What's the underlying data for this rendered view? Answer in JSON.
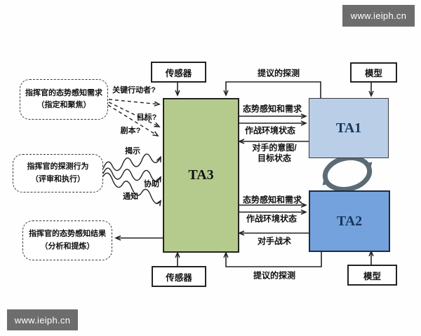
{
  "watermark": {
    "text": "www.ieiph.cn"
  },
  "colors": {
    "ta3_fill": "#b5cb8e",
    "ta1_fill": "#bacee7",
    "ta2_fill": "#74a2dc",
    "ta_text": "#17365d",
    "line": "#222222",
    "cycle_arrow": "#5b6b74",
    "watermark_bg": "#6d6d6d"
  },
  "nodes": {
    "sensor_top": "传感器",
    "model_top": "模型",
    "sensor_bottom": "传感器",
    "model_bottom": "模型",
    "ta1": "TA1",
    "ta2": "TA2",
    "ta3": "TA3",
    "commander_needs": {
      "line1": "指挥官的态势感知需求",
      "line2": "（指定和聚焦）"
    },
    "commander_probe": {
      "line1": "指挥官的探测行为",
      "line2": "（评审和执行）"
    },
    "commander_results": {
      "line1": "指挥官的态势感知结果",
      "line2": "（分析和提炼）"
    }
  },
  "edge_labels": {
    "key_actors": "关键行动者?",
    "targets": "目标?",
    "scripts": "剧本?",
    "reveal": "揭示",
    "assist": "协助",
    "notify": "通知",
    "proposed_probe_top": "提议的探测",
    "sa_and_needs_1": "态势感知和需求",
    "env_state_1": "作战环境状态",
    "adversary_intent_line1": "对手的意图/",
    "adversary_intent_line2": "目标状态",
    "sa_and_needs_2": "态势感知和需求",
    "env_state_2": "作战环境状态",
    "adversary_tactics": "对手战术",
    "proposed_probe_bottom": "提议的探测"
  }
}
